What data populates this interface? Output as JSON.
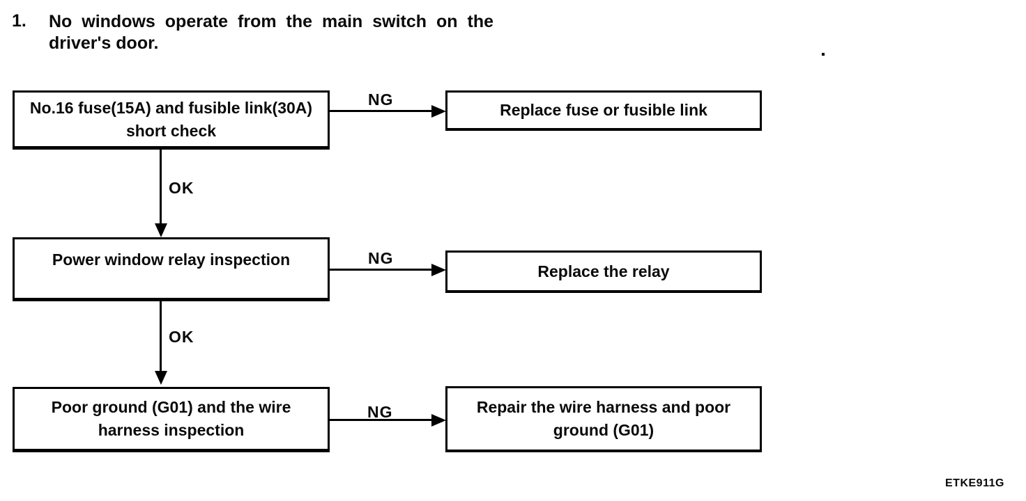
{
  "colors": {
    "ink": "#000000",
    "paper": "#ffffff"
  },
  "heading": {
    "number": "1.",
    "lines": [
      "No windows operate from the main switch on the",
      "driver's door."
    ]
  },
  "flowchart": {
    "steps": [
      {
        "check_lines": [
          "No.16 fuse(15A) and fusible link(30A)",
          "short check"
        ],
        "result_label": "NG",
        "action_lines": [
          "Replace fuse or fusible link"
        ]
      },
      {
        "check_lines": [
          "Power window relay inspection"
        ],
        "result_label": "NG",
        "action_lines": [
          "Replace the relay"
        ]
      },
      {
        "check_lines": [
          "Poor ground (G01) and the wire",
          "harness inspection"
        ],
        "result_label": "NG",
        "action_lines": [
          "Repair the wire harness and poor",
          "ground (G01)"
        ]
      }
    ],
    "ok_labels": [
      "OK",
      "OK"
    ]
  },
  "footer": {
    "figure_code": "ETKE911G"
  }
}
